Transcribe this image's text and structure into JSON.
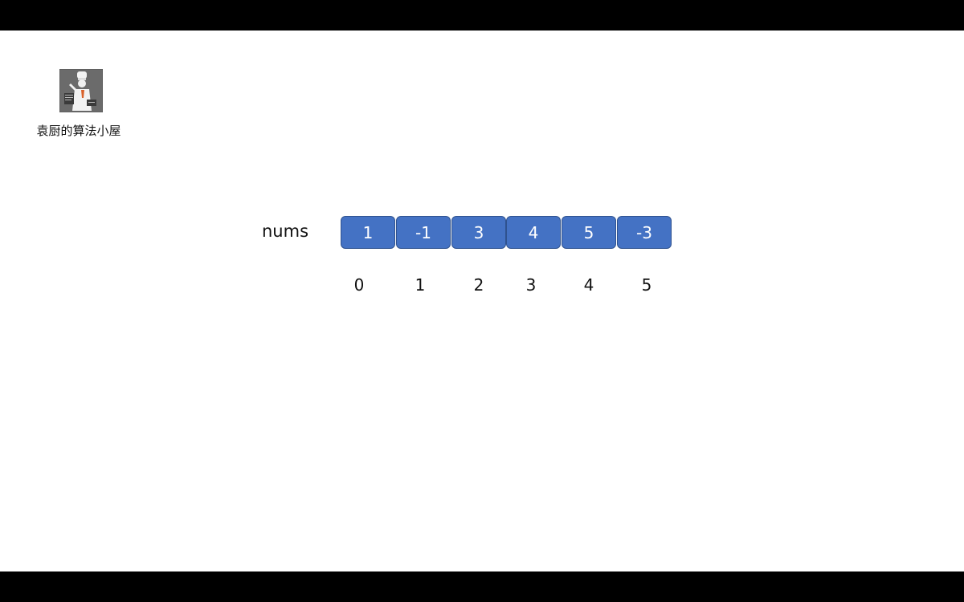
{
  "brand": {
    "name": "袁厨的算法小屋",
    "avatar_icon": "chef-avatar-icon"
  },
  "array": {
    "label": "nums",
    "values": [
      "1",
      "-1",
      "3",
      "4",
      "5",
      "-3"
    ],
    "indices": [
      "0",
      "1",
      "2",
      "3",
      "4",
      "5"
    ],
    "cell_color": "#4472c4",
    "cell_border_color": "#2f528f"
  }
}
